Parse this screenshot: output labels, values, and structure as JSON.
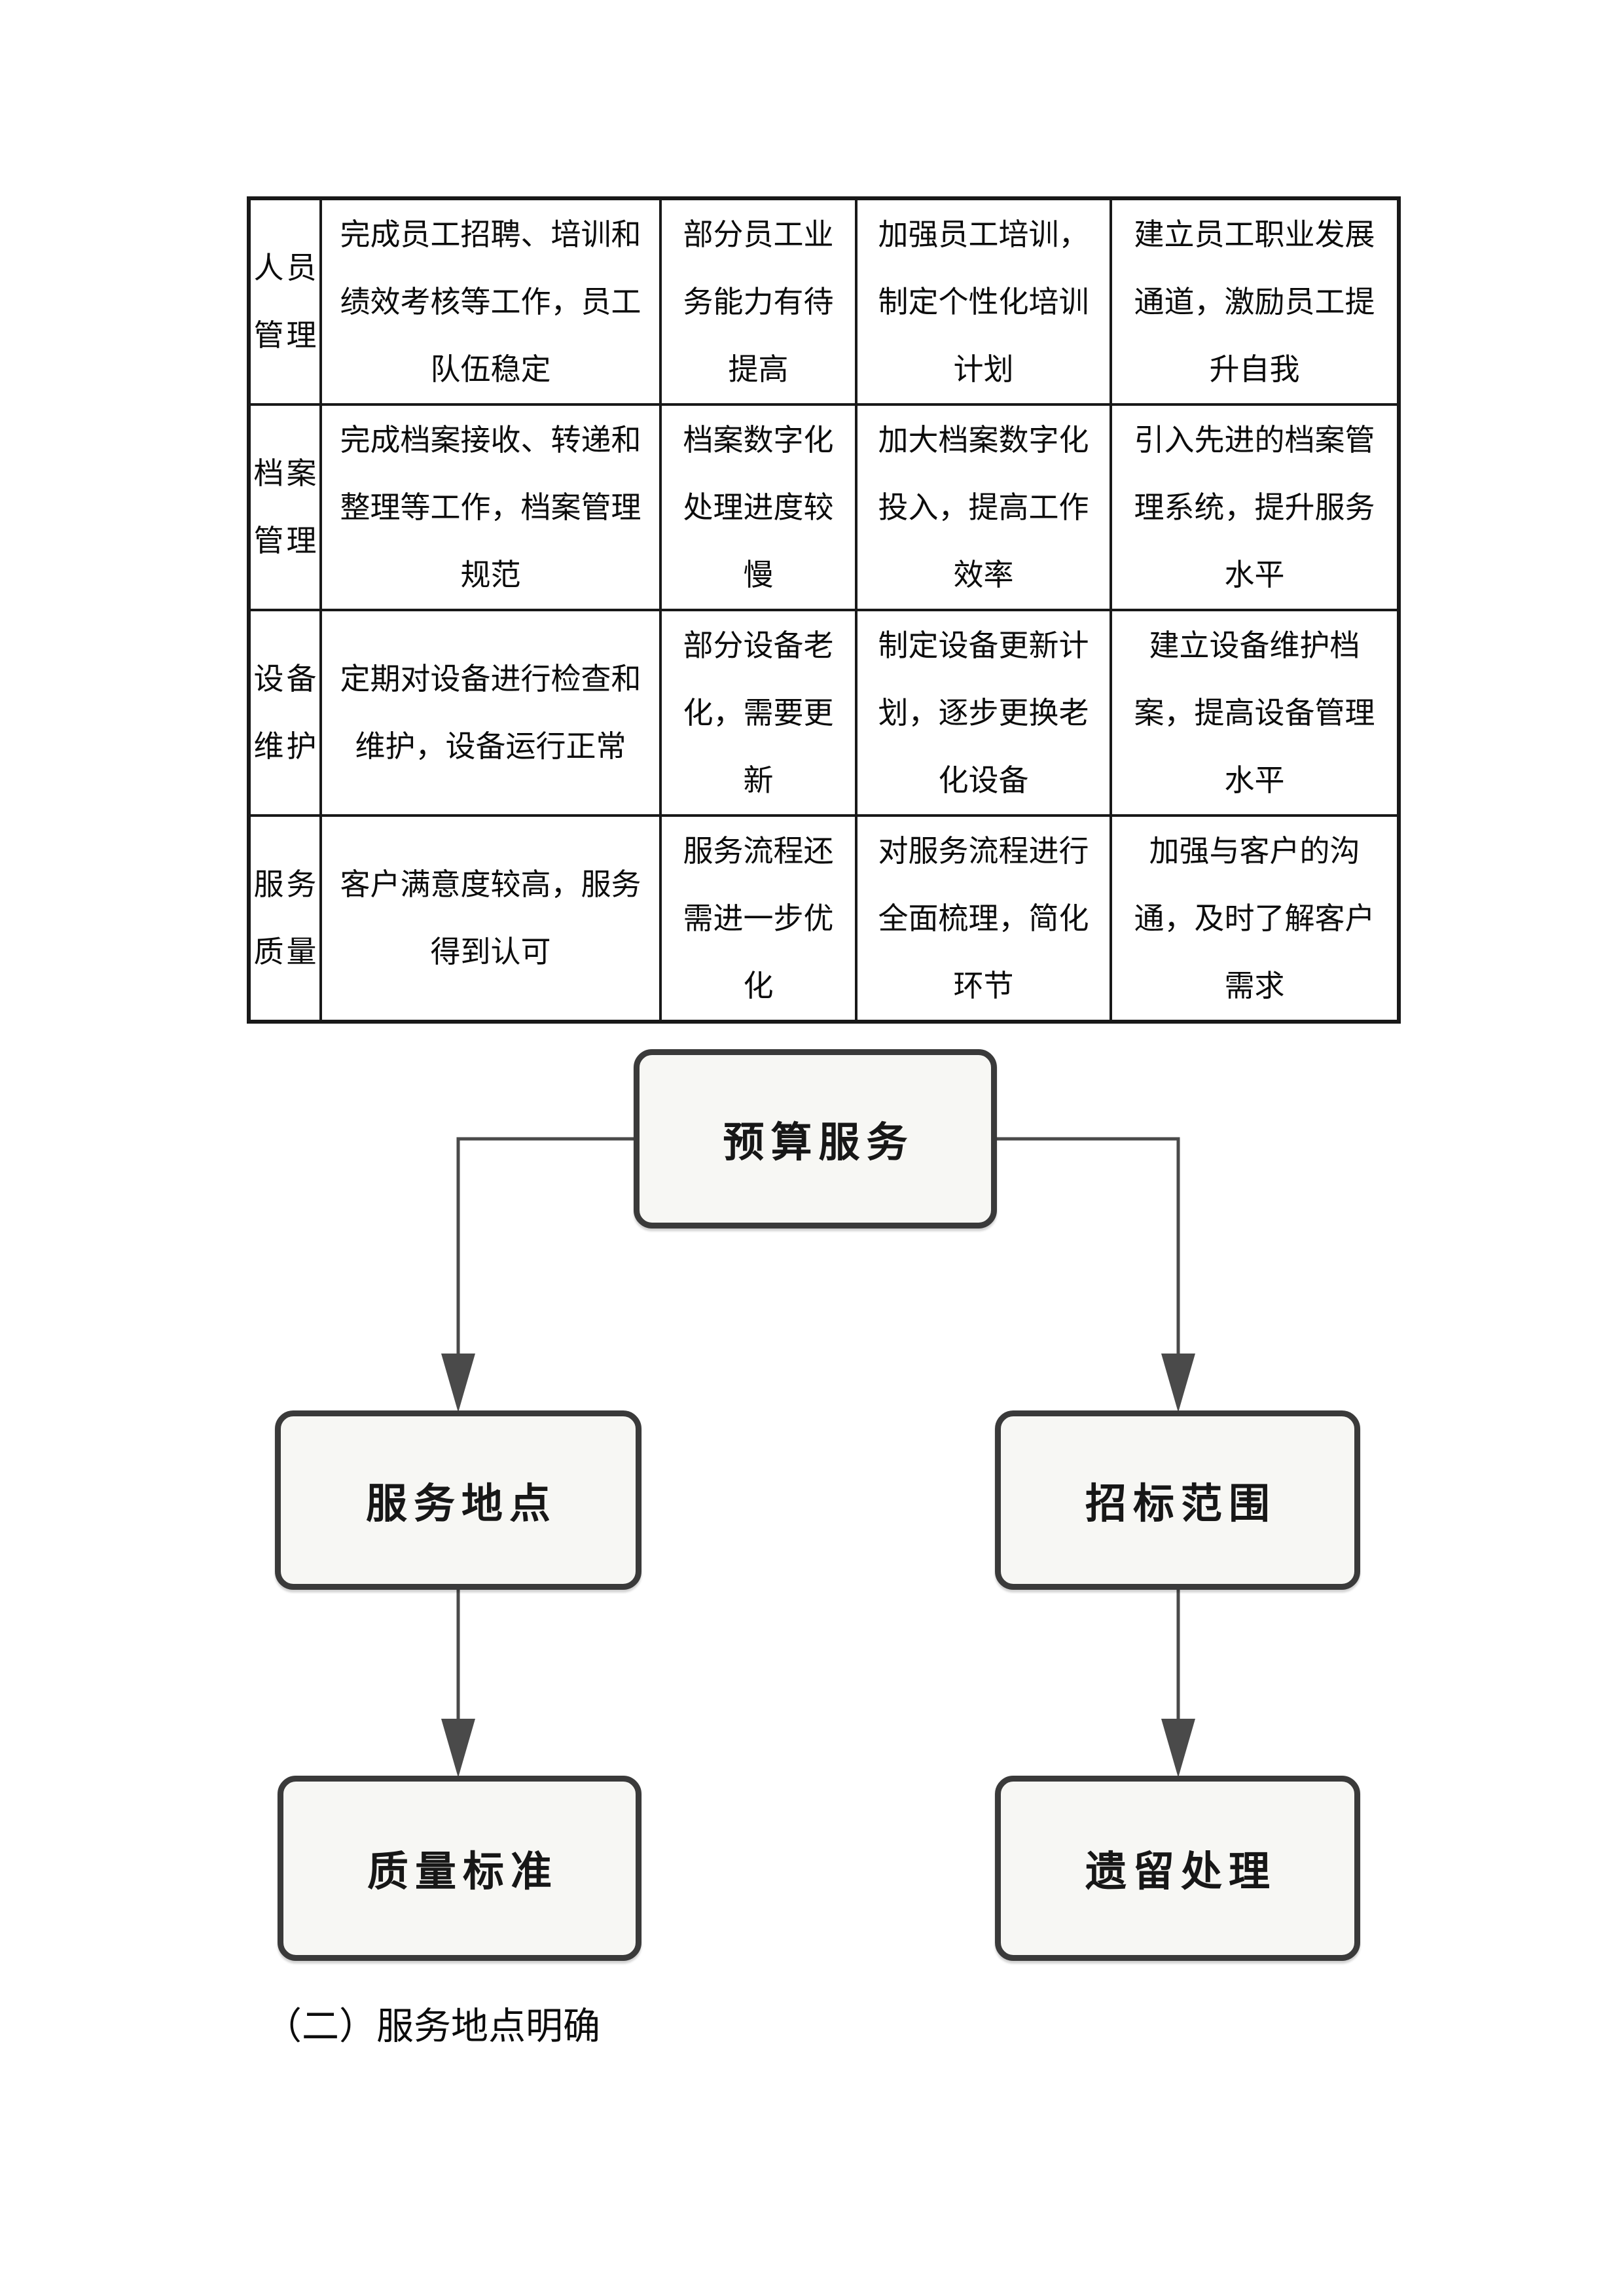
{
  "table": {
    "rows": [
      {
        "category": "人员\n管理",
        "status": "完成员工招聘、培训和\n绩效考核等工作，员工\n队伍稳定",
        "issue": "部分员工业\n务能力有待\n提高",
        "measure": "加强员工培训，\n制定个性化培训\n计划",
        "plan": "建立员工职业发展\n通道，激励员工提\n升自我"
      },
      {
        "category": "档案\n管理",
        "status": "完成档案接收、转递和\n整理等工作，档案管理\n规范",
        "issue": "档案数字化\n处理进度较\n慢",
        "measure": "加大档案数字化\n投入，提高工作\n效率",
        "plan": "引入先进的档案管\n理系统，提升服务\n水平"
      },
      {
        "category": "设备\n维护",
        "status": "定期对设备进行检查和\n维护，设备运行正常",
        "issue": "部分设备老\n化，需要更\n新",
        "measure": "制定设备更新计\n划，逐步更换老\n化设备",
        "plan": "建立设备维护档\n案，提高设备管理\n水平"
      },
      {
        "category": "服务\n质量",
        "status": "客户满意度较高，服务\n得到认可",
        "issue": "服务流程还\n需进一步优\n化",
        "measure": "对服务流程进行\n全面梳理，简化\n环节",
        "plan": "加强与客户的沟\n通，及时了解客户\n需求"
      }
    ]
  },
  "flowchart": {
    "root": "预算服务",
    "branch_left": "服务地点",
    "branch_right": "招标范围",
    "leaf_left": "质量标准",
    "leaf_right": "遗留处理",
    "box_fill": "#f7f7f4",
    "box_border": "#3a3a3a",
    "line_color": "#4a4a4a"
  },
  "caption": "（二）服务地点明确"
}
